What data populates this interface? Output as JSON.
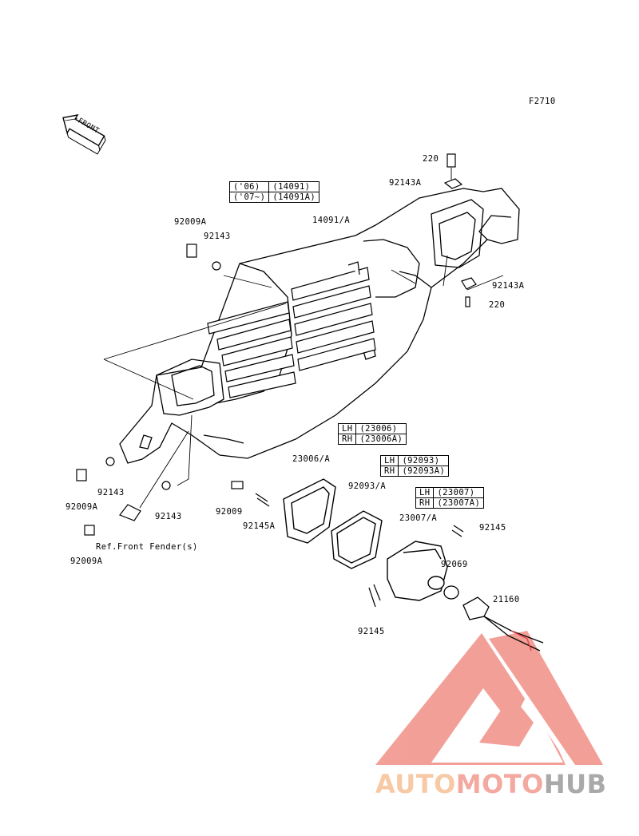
{
  "figure_code": "F2710",
  "front_arrow_text": "FRONT",
  "brand": {
    "part1": "AUTO",
    "part2": "MOTO",
    "part3": "HUB",
    "colors": {
      "auto": "#f7c9a4",
      "moto": "#f3a8a0",
      "hub": "#a9a9a9",
      "logo": "#f08f86"
    }
  },
  "tables": {
    "cover": {
      "rows": [
        [
          "('06)",
          "(14091)"
        ],
        [
          "('07~)",
          "(14091A)"
        ]
      ]
    },
    "rim": {
      "rows": [
        [
          "LH",
          "(23006)"
        ],
        [
          "RH",
          "(23006A)"
        ]
      ]
    },
    "seal": {
      "rows": [
        [
          "LH",
          "(92093)"
        ],
        [
          "RH",
          "(92093A)"
        ]
      ]
    },
    "unit": {
      "rows": [
        [
          "LH",
          "(23007)"
        ],
        [
          "RH",
          "(23007A)"
        ]
      ]
    }
  },
  "callouts": {
    "bolt_220_top": "220",
    "bolt_220_right": "220",
    "nut_92143A_top": "92143A",
    "nut_92143A_right": "92143A",
    "cover_14091": "14091/A",
    "bolt_92009A_upper": "92009A",
    "washer_92143_upper": "92143",
    "bolt_92009A_mid": "92009A",
    "washer_92143_left": "92143",
    "washer_92143_center": "92143",
    "bolt_92009A_lower": "92009A",
    "ref_fender": "Ref.Front Fender(s)",
    "bolt_92009": "92009",
    "spring_92145A": "92145A",
    "rim_23006": "23006/A",
    "seal_92093": "92093/A",
    "unit_23007": "23007/A",
    "spring_92145_right": "92145",
    "spring_92145_lower": "92145",
    "bulb_92069": "92069",
    "socket_21160": "21160"
  }
}
